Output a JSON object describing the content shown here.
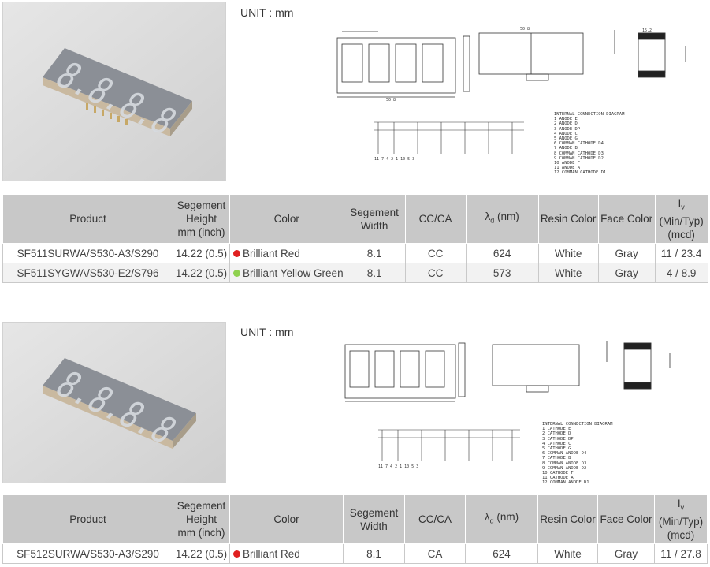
{
  "sections": [
    {
      "unit_label": "UNIT : mm",
      "table": {
        "headers": {
          "product": "Product",
          "height": [
            "Segement",
            "Height",
            "mm (inch)"
          ],
          "color": "Color",
          "width": [
            "Segement",
            "Width"
          ],
          "ccca": "CC/CA",
          "wavelength_symbol": "λ",
          "wavelength_sub": "d",
          "wavelength_unit": " (nm)",
          "resin": "Resin Color",
          "face": "Face Color",
          "iv_symbol": "I",
          "iv_sub": "v",
          "iv_line2": "(Min/Typ)",
          "iv_line3": "(mcd)"
        },
        "rows": [
          {
            "product": "SF511SURWA/S530-A3/S290",
            "height": "14.22 (0.5)",
            "color": "Brilliant Red",
            "dot_color": "#e02020",
            "width": "8.1",
            "ccca": "CC",
            "wavelength": "624",
            "resin": "White",
            "face": "Gray",
            "iv": "11 / 23.4"
          },
          {
            "product": "SF511SYGWA/S530-E2/S796",
            "height": "14.22 (0.5)",
            "color": "Brilliant Yellow Green",
            "dot_color": "#8fd14f",
            "width": "8.1",
            "ccca": "CC",
            "wavelength": "573",
            "resin": "White",
            "face": "Gray",
            "iv": "4 / 8.9"
          }
        ]
      },
      "connection": {
        "title": "INTERNAL CONNECTION DIAGRAM",
        "lines": [
          "1 ANODE E",
          "2 ANODE D",
          "3 ANODE DP",
          "4 ANODE C",
          "5 ANODE G",
          "6 COMMAN CATHODE D4",
          "7 ANODE B",
          "8 COMMAN CATHODE D3",
          "9 COMMAN CATHODE D2",
          "10 ANODE F",
          "11 ANODE A",
          "12 COMMAN CATHODE D1"
        ]
      }
    },
    {
      "unit_label": "UNIT : mm",
      "table": {
        "headers": {
          "product": "Product",
          "height": [
            "Segement",
            "Height",
            "mm (inch)"
          ],
          "color": "Color",
          "width": [
            "Segement",
            "Width"
          ],
          "ccca": "CC/CA",
          "wavelength_symbol": "λ",
          "wavelength_sub": "d",
          "wavelength_unit": " (nm)",
          "resin": "Resin Color",
          "face": "Face Color",
          "iv_symbol": "I",
          "iv_sub": "v",
          "iv_line2": "(Min/Typ)",
          "iv_line3": "(mcd)"
        },
        "rows": [
          {
            "product": "SF512SURWA/S530-A3/S290",
            "height": "14.22 (0.5)",
            "color": "Brilliant Red",
            "dot_color": "#e02020",
            "width": "8.1",
            "ccca": "CA",
            "wavelength": "624",
            "resin": "White",
            "face": "Gray",
            "iv": "11 / 27.8"
          }
        ]
      },
      "connection": {
        "title": "INTERNAL CONNECTION DIAGRAM",
        "lines": [
          "1 CATHODE E",
          "2 CATHODE D",
          "3 CATHODE DP",
          "4 CATHODE C",
          "5 CATHODE G",
          "6 COMMAN ANODE D4",
          "7 CATHODE B",
          "8 COMMAN ANODE D3",
          "9 COMMAN ANODE D2",
          "10 CATHODE F",
          "11 CATHODE A",
          "12 COMMAN ANODE D1"
        ]
      }
    }
  ]
}
